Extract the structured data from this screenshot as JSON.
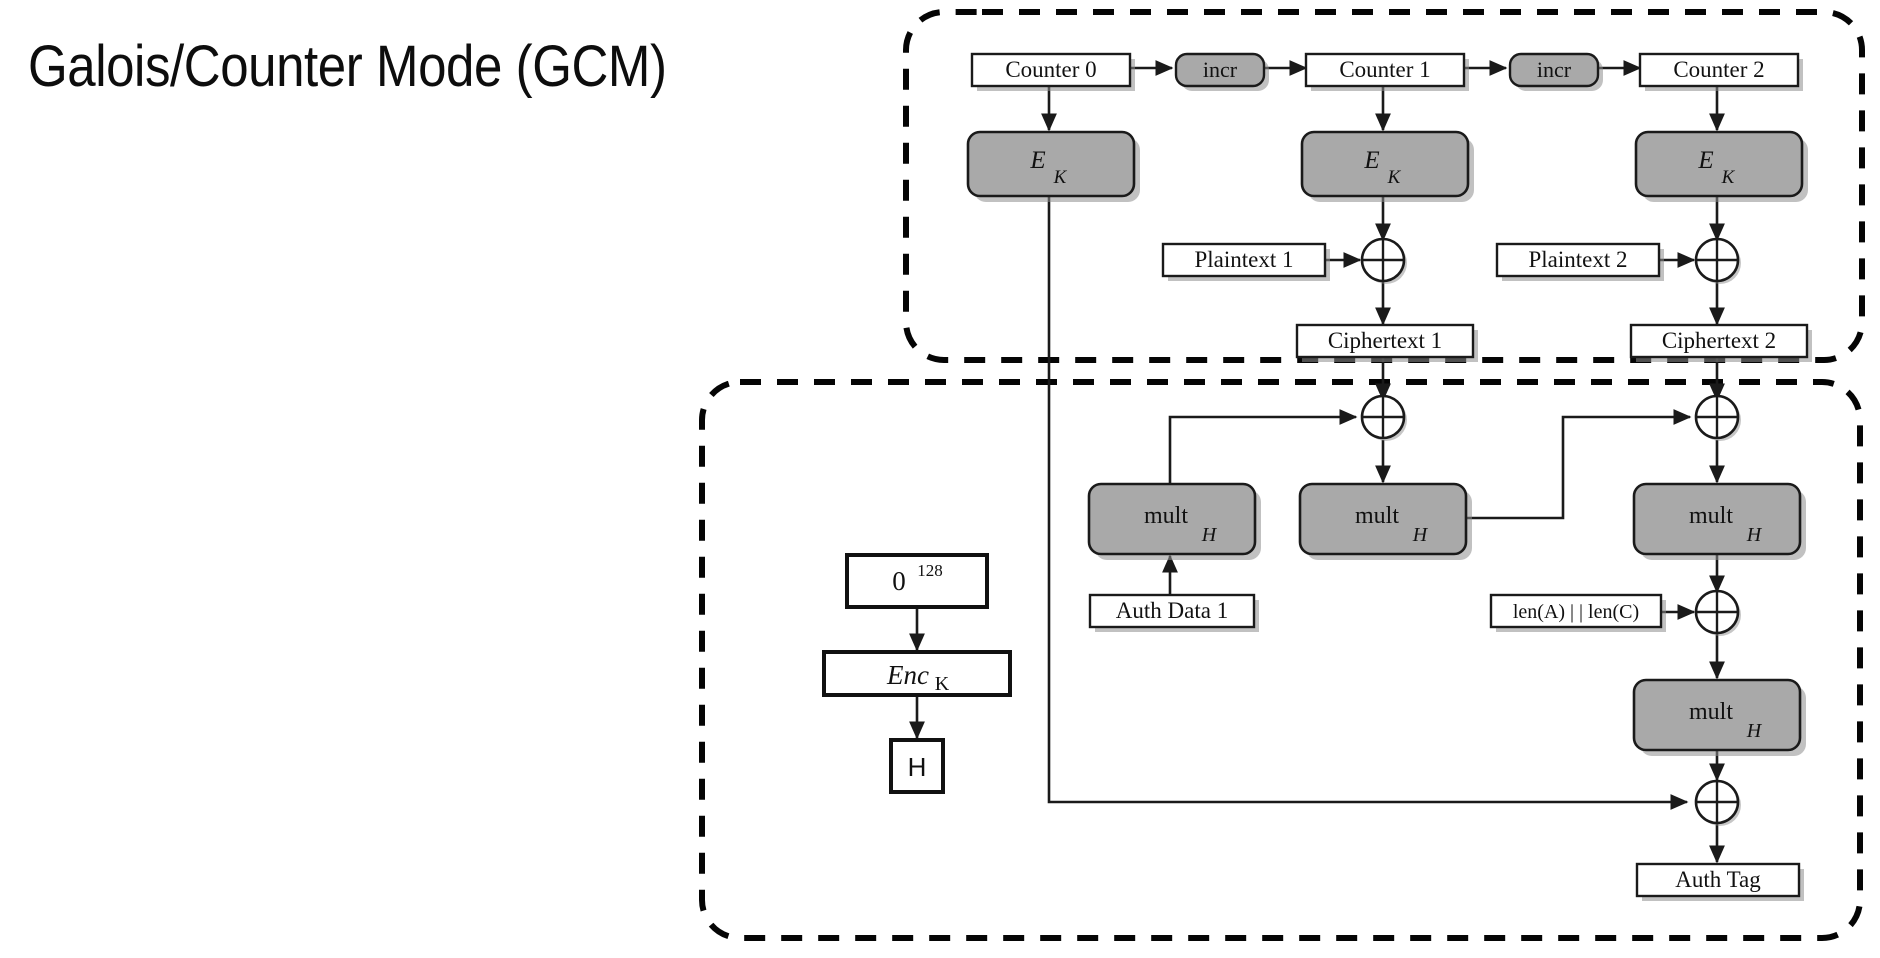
{
  "title": "Galois/Counter Mode (GCM)",
  "colors": {
    "gray_fill": "#a9a9a9",
    "white_fill": "#ffffff",
    "stroke": "#1a1a1a",
    "shadow": "#8c8c8c",
    "text": "#111111",
    "background": "#ffffff"
  },
  "regions": [
    {
      "name": "encryption-region",
      "style": "dashed-rounded"
    },
    {
      "name": "authentication-region",
      "style": "dashed-rounded"
    }
  ],
  "nodes": {
    "counter0": {
      "label": "Counter 0",
      "shape": "rect",
      "fill": "white"
    },
    "counter1": {
      "label": "Counter 1",
      "shape": "rect",
      "fill": "white"
    },
    "counter2": {
      "label": "Counter 2",
      "shape": "rect",
      "fill": "white"
    },
    "incr1": {
      "label": "incr",
      "shape": "rounded",
      "fill": "gray"
    },
    "incr2": {
      "label": "incr",
      "shape": "rounded",
      "fill": "gray"
    },
    "ek0": {
      "label": "E",
      "sub": "K",
      "shape": "rounded",
      "fill": "gray"
    },
    "ek1": {
      "label": "E",
      "sub": "K",
      "shape": "rounded",
      "fill": "gray"
    },
    "ek2": {
      "label": "E",
      "sub": "K",
      "shape": "rounded",
      "fill": "gray"
    },
    "plaintext1": {
      "label": "Plaintext 1",
      "shape": "rect",
      "fill": "white"
    },
    "plaintext2": {
      "label": "Plaintext 2",
      "shape": "rect",
      "fill": "white"
    },
    "ciphertext1": {
      "label": "Ciphertext 1",
      "shape": "rect",
      "fill": "white"
    },
    "ciphertext2": {
      "label": "Ciphertext 2",
      "shape": "rect",
      "fill": "white"
    },
    "multA": {
      "label": "mult",
      "sub": "H",
      "shape": "rounded",
      "fill": "gray"
    },
    "multB": {
      "label": "mult",
      "sub": "H",
      "shape": "rounded",
      "fill": "gray"
    },
    "multC": {
      "label": "mult",
      "sub": "H",
      "shape": "rounded",
      "fill": "gray"
    },
    "multD": {
      "label": "mult",
      "sub": "H",
      "shape": "rounded",
      "fill": "gray"
    },
    "authdata1": {
      "label": "Auth Data 1",
      "shape": "rect",
      "fill": "white"
    },
    "lenac": {
      "label": "len(A) | | len(C)",
      "shape": "rect",
      "fill": "white"
    },
    "authtag": {
      "label": "Auth Tag",
      "shape": "rect",
      "fill": "white"
    },
    "zero128": {
      "label": "0",
      "sup": "128",
      "shape": "rect-plain",
      "fill": "white"
    },
    "enck": {
      "label": "Enc",
      "sub": "K",
      "shape": "rect-plain",
      "fill": "white"
    },
    "hbox": {
      "label": "H",
      "shape": "rect-plain",
      "fill": "white"
    }
  },
  "xor_nodes": [
    {
      "name": "xor-plaintext-1"
    },
    {
      "name": "xor-plaintext-2"
    },
    {
      "name": "xor-ghash-1"
    },
    {
      "name": "xor-ghash-2"
    },
    {
      "name": "xor-len"
    },
    {
      "name": "xor-final"
    }
  ]
}
